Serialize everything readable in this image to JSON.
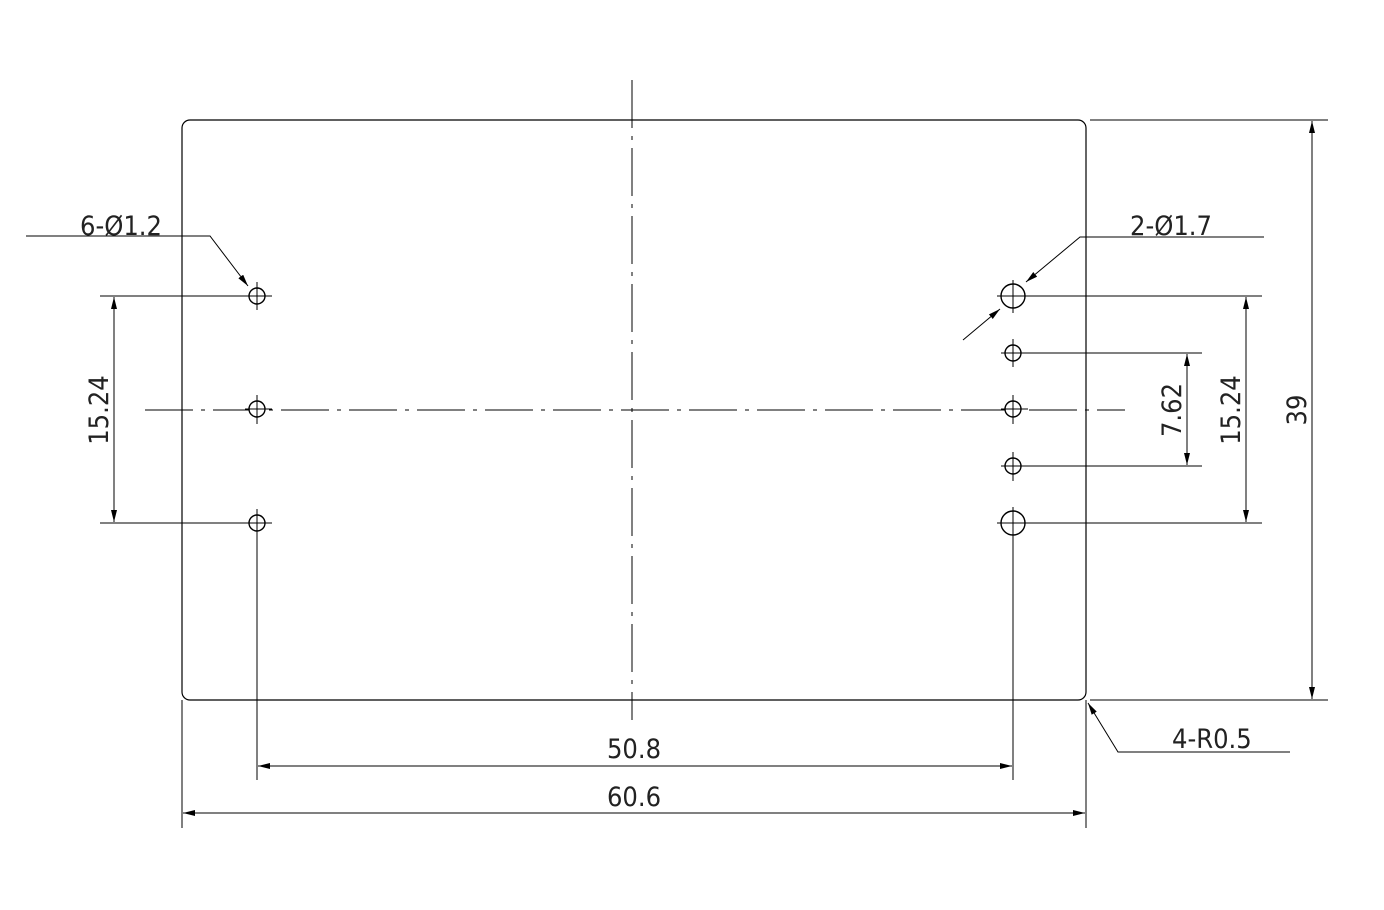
{
  "drawing": {
    "labels": {
      "holes_small": "6-Ø1.2",
      "holes_large": "2-Ø1.7",
      "corner_radius": "4-R0.5",
      "width_pin_span": "50.8",
      "width_overall": "60.6",
      "height_overall": "39",
      "pitch_left": "15.24",
      "pitch_right_outer": "15.24",
      "pitch_right_inner": "7.62"
    }
  },
  "colors": {
    "line": "#000000",
    "text": "#222222",
    "background": "#ffffff"
  }
}
